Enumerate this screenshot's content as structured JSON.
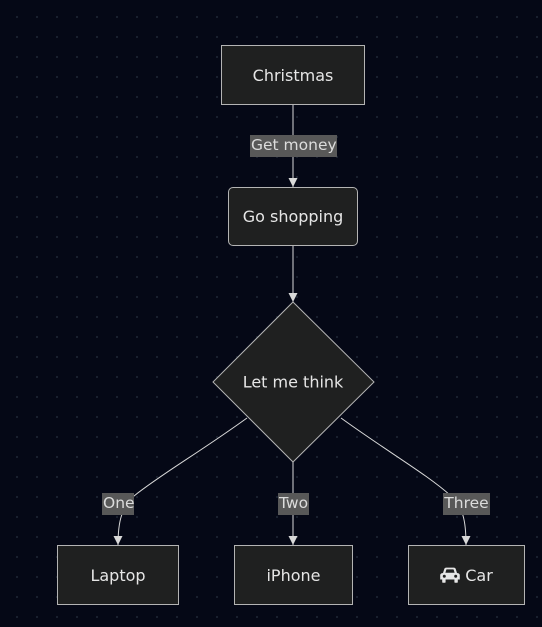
{
  "colors": {
    "background": "#050816",
    "node_fill": "#1f2020",
    "node_border": "#b4b4b4",
    "edge": "#d9d9d9",
    "edge_label_bg": "#585858",
    "text": "#e6e6e6"
  },
  "diagram": {
    "nodes": {
      "christmas": "Christmas",
      "go_shopping": "Go shopping",
      "decision": "Let me think",
      "laptop": "Laptop",
      "iphone": "iPhone",
      "car": "Car"
    },
    "car_icon": "car-icon",
    "edges": {
      "get_money": "Get money",
      "one": "One",
      "two": "Two",
      "three": "Three"
    }
  }
}
